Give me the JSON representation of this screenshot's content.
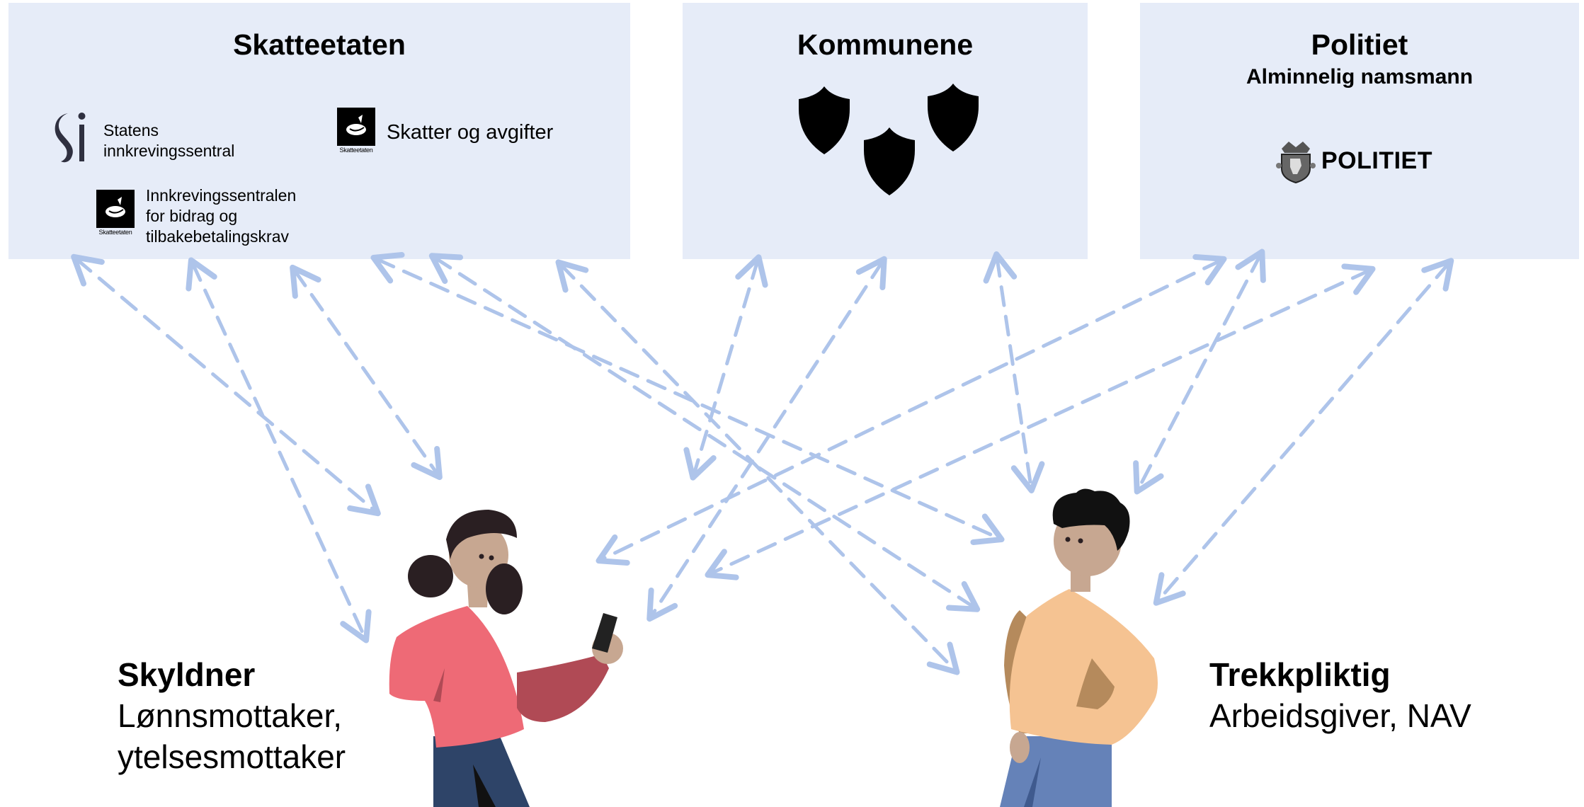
{
  "boxes": {
    "skatteetaten": {
      "title": "Skatteetaten",
      "agencies": [
        {
          "lines": [
            "Statens",
            "innkrevingssentral"
          ],
          "icon": "si-logo-icon"
        },
        {
          "lines": [
            "Skatter og avgifter"
          ],
          "icon": "skatteetaten-logo-icon",
          "logo_caption": "Skatteetaten"
        },
        {
          "lines": [
            "Innkrevingssentralen",
            "for bidrag og",
            "tilbakebetalingskrav"
          ],
          "icon": "skatteetaten-logo-icon",
          "logo_caption": "Skatteetaten"
        }
      ]
    },
    "kommunene": {
      "title": "Kommunene",
      "icons": [
        "shield-icon",
        "shield-icon",
        "shield-icon"
      ]
    },
    "politiet": {
      "title": "Politiet",
      "subtitle": "Alminnelig namsmann",
      "logo_text": "POLITIET",
      "icon": "police-crest-icon"
    }
  },
  "people": {
    "skyldner": {
      "title": "Skyldner",
      "lines": [
        "Lønnsmottaker,",
        "ytelsesmottaker"
      ]
    },
    "trekkpliktig": {
      "title": "Trekkpliktig",
      "lines": [
        "Arbeidsgiver, NAV"
      ]
    }
  },
  "colors": {
    "box_fill": "#e6ecf8",
    "arrow": "#aec4ea",
    "woman_shirt": "#ee6a76",
    "woman_arm": "#b04a55",
    "woman_pants": "#2e4468",
    "man_shirt": "#f5c392",
    "man_pants": "#6582b8",
    "skin": "#c7a791",
    "hair": "#2a1f22"
  }
}
